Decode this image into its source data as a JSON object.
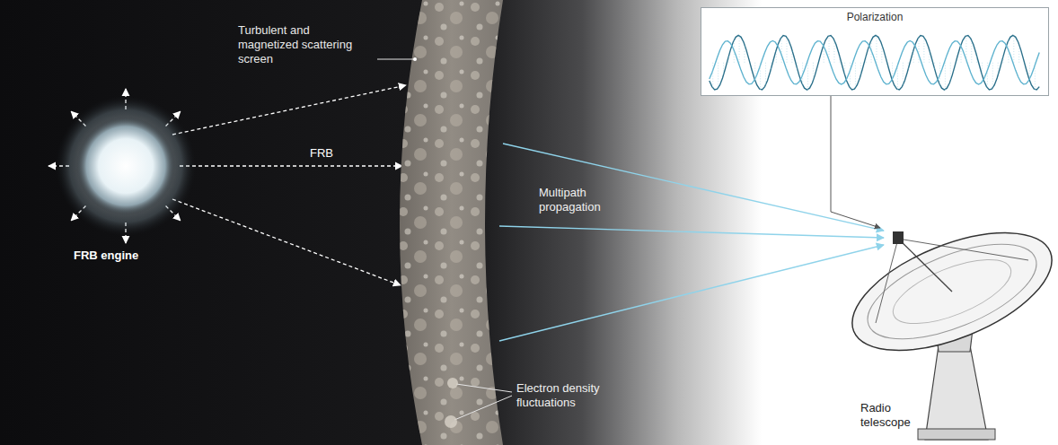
{
  "diagram": {
    "nodes": [
      {
        "text": [
          "Polarization"
        ]
      }
    ],
    "labels": [
      "Turbulent and magnetized scattering screen",
      "FRB",
      "Multipath propagation",
      "Electron density fluctuations",
      "FRB engine",
      "Radio telescope"
    ]
  }
}
